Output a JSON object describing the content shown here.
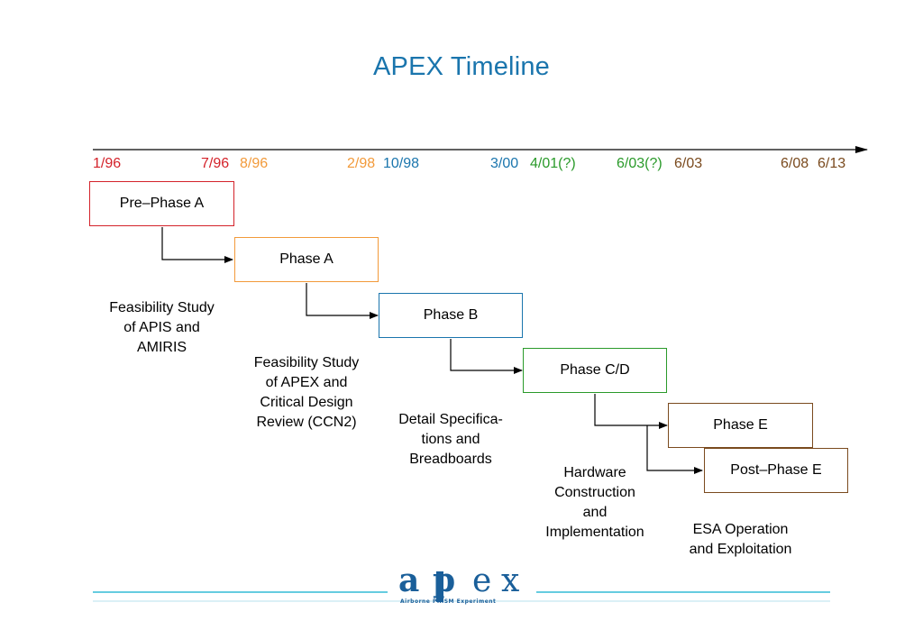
{
  "title": "APEX Timeline",
  "colors": {
    "title": "#1a75ad",
    "red": "#d4222a",
    "orange": "#f29a3a",
    "blue": "#1a75ad",
    "green": "#2a9a2a",
    "brown": "#7a4a1e",
    "logo": "#1a5f9a",
    "rule": "#33bbd6"
  },
  "dates": {
    "d0": "1/96",
    "d1": "7/96",
    "d2": "8/96",
    "d3": "2/98",
    "d4": "10/98",
    "d5": "3/00",
    "d6": "4/01(?)",
    "d7": "6/03(?)",
    "d8": "6/03",
    "d9": "6/08",
    "d10": "6/13"
  },
  "phases": {
    "pre_phase_a": "Pre–Phase A",
    "phase_a": "Phase A",
    "phase_b": "Phase B",
    "phase_cd": "Phase C/D",
    "phase_e": "Phase E",
    "post_phase_e": "Post–Phase E"
  },
  "descriptions": {
    "pre_phase_a": [
      "Feasibility Study",
      "of APIS and",
      "AMIRIS"
    ],
    "phase_a": [
      "Feasibility Study",
      "of APEX and",
      "Critical Design",
      "Review (CCN2)"
    ],
    "phase_b": [
      "Detail Specifica-",
      "tions and",
      "Breadboards"
    ],
    "phase_cd": [
      "Hardware",
      "Construction",
      "and",
      "Implementation"
    ],
    "phase_e": [
      "ESA Operation",
      "and Exploitation"
    ]
  },
  "logo": {
    "letters": "a p e x",
    "tagline": "Airborne PRISM Experiment"
  }
}
